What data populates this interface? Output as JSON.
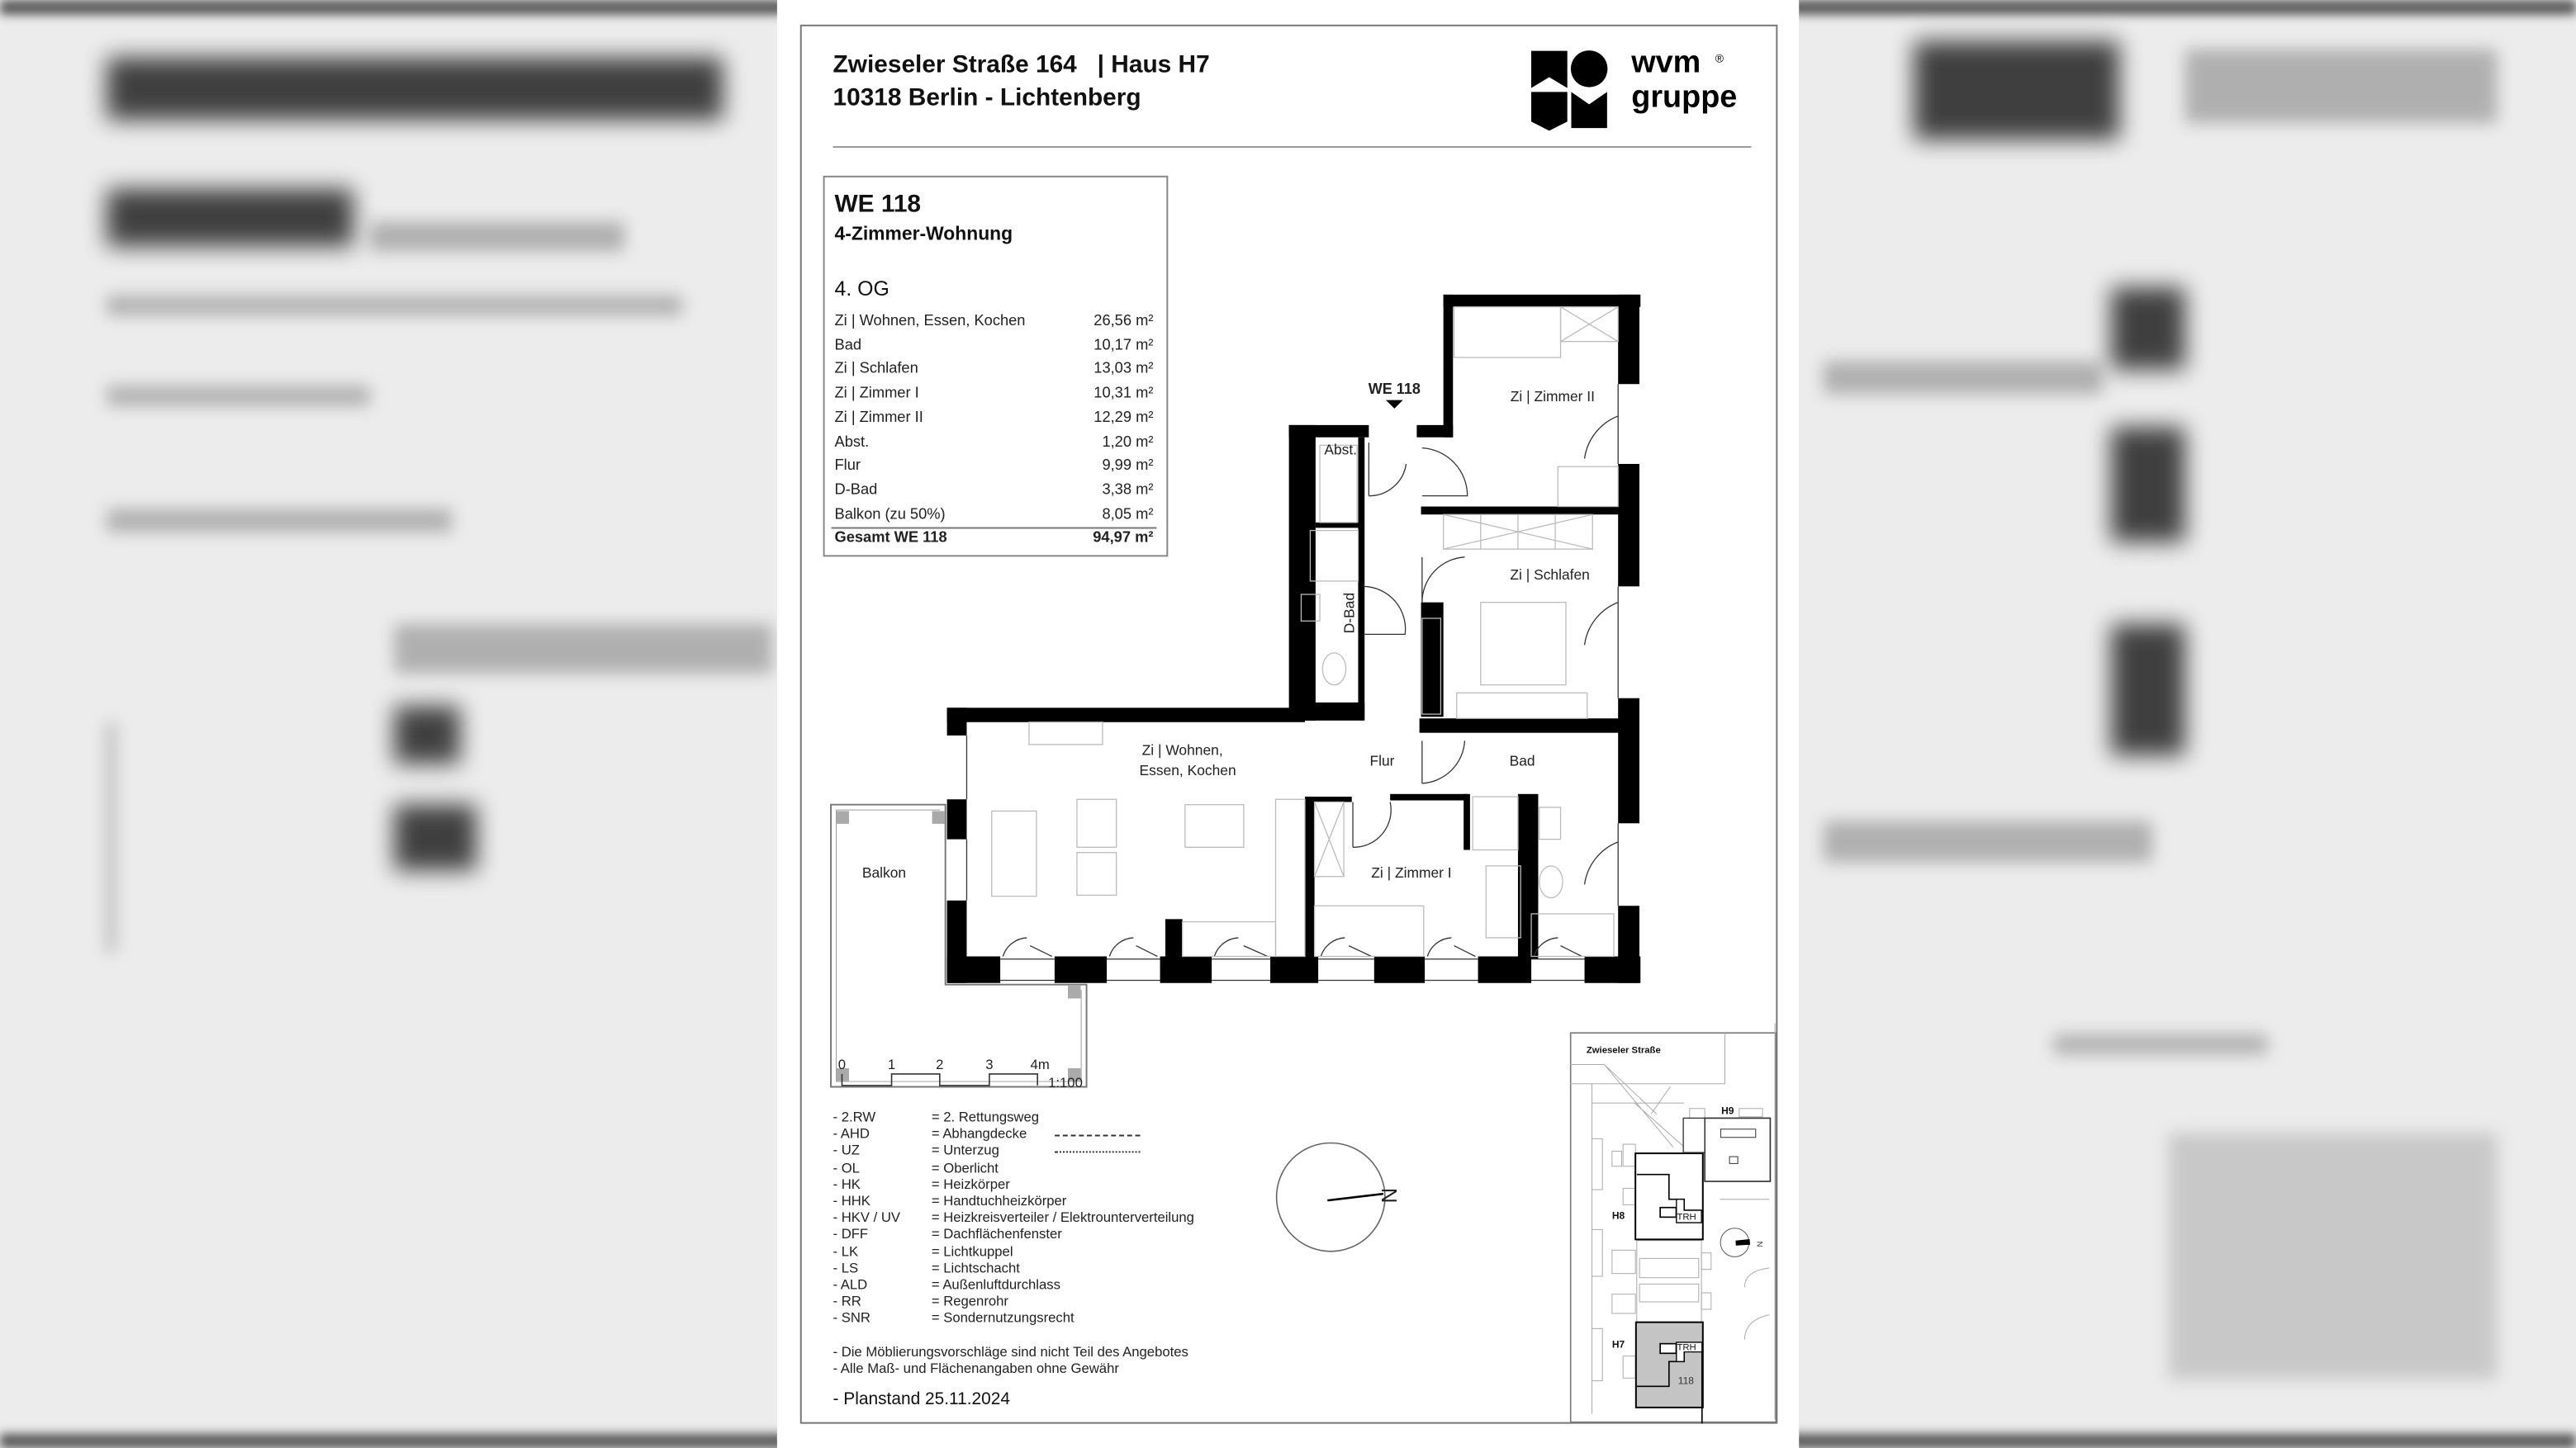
{
  "header": {
    "address_line1": "Zwieseler Straße 164",
    "house": "| Haus H7",
    "address_line2": "10318 Berlin - Lichtenberg"
  },
  "logo": {
    "word1": "wvm",
    "word2": "gruppe",
    "registered": "®"
  },
  "unit": {
    "id": "WE 118",
    "type": "4-Zimmer-Wohnung",
    "floor": "4. OG",
    "rooms": [
      {
        "name": "Zi  |  Wohnen, Essen, Kochen",
        "area": "26,56 m²"
      },
      {
        "name": "Bad",
        "area": "10,17 m²"
      },
      {
        "name": "Zi  |  Schlafen",
        "area": "13,03 m²"
      },
      {
        "name": "Zi  |  Zimmer I",
        "area": "10,31 m²"
      },
      {
        "name": "Zi  |  Zimmer II",
        "area": "12,29 m²"
      },
      {
        "name": "Abst.",
        "area": "1,20 m²"
      },
      {
        "name": "Flur",
        "area": "9,99 m²"
      },
      {
        "name": "D-Bad",
        "area": "3,38 m²"
      },
      {
        "name": "Balkon    (zu 50%)",
        "area": "8,05 m²"
      }
    ],
    "total_label": "Gesamt WE 118",
    "total_area": "94,97 m²"
  },
  "plan": {
    "entrance": "WE 118",
    "labels": {
      "zimmer2": "Zi  |  Zimmer II",
      "abst": "Abst.",
      "dbad": "D-Bad",
      "schlafen": "Zi  |  Schlafen",
      "wohnen1": "Zi  |  Wohnen,",
      "wohnen2": "Essen, Kochen",
      "flur": "Flur",
      "bad": "Bad",
      "zimmer1": "Zi  |  Zimmer I",
      "balkon": "Balkon"
    }
  },
  "scale": {
    "ticks": [
      "0",
      "1",
      "2",
      "3",
      "4m"
    ],
    "ratio": "1:100"
  },
  "legend": [
    {
      "abbr": "- 2.RW",
      "text": "= 2. Rettungsweg"
    },
    {
      "abbr": "- AHD",
      "text": "= Abhangdecke",
      "line": "dashed"
    },
    {
      "abbr": "- UZ",
      "text": "= Unterzug",
      "line": "dotted"
    },
    {
      "abbr": "- OL",
      "text": "= Oberlicht"
    },
    {
      "abbr": "- HK",
      "text": "= Heizkörper"
    },
    {
      "abbr": "- HHK",
      "text": "= Handtuchheizkörper"
    },
    {
      "abbr": "- HKV / UV",
      "text": "= Heizkreisverteiler / Elektrounterverteilung"
    },
    {
      "abbr": "- DFF",
      "text": "= Dachflächenfenster"
    },
    {
      "abbr": "- LK",
      "text": "= Lichtkuppel"
    },
    {
      "abbr": "- LS",
      "text": "= Lichtschacht"
    },
    {
      "abbr": "- ALD",
      "text": "= Außenluftdurchlass"
    },
    {
      "abbr": "- RR",
      "text": "= Regenrohr"
    },
    {
      "abbr": "- SNR",
      "text": "= Sondernutzungsrecht"
    }
  ],
  "notes": [
    "- Die Möblierungsvorschläge sind nicht Teil des Angebotes",
    "- Alle Maß- und Flächenangaben ohne Gewähr"
  ],
  "planstand": "- Planstand 25.11.2024",
  "compass": {
    "north": "N"
  },
  "siteplan": {
    "street": "Zwieseler Straße",
    "h9": "H9",
    "h8": "H8",
    "h7": "H7",
    "trh": "TRH",
    "unit": "118",
    "highlight_color": "#c4c4c4"
  }
}
